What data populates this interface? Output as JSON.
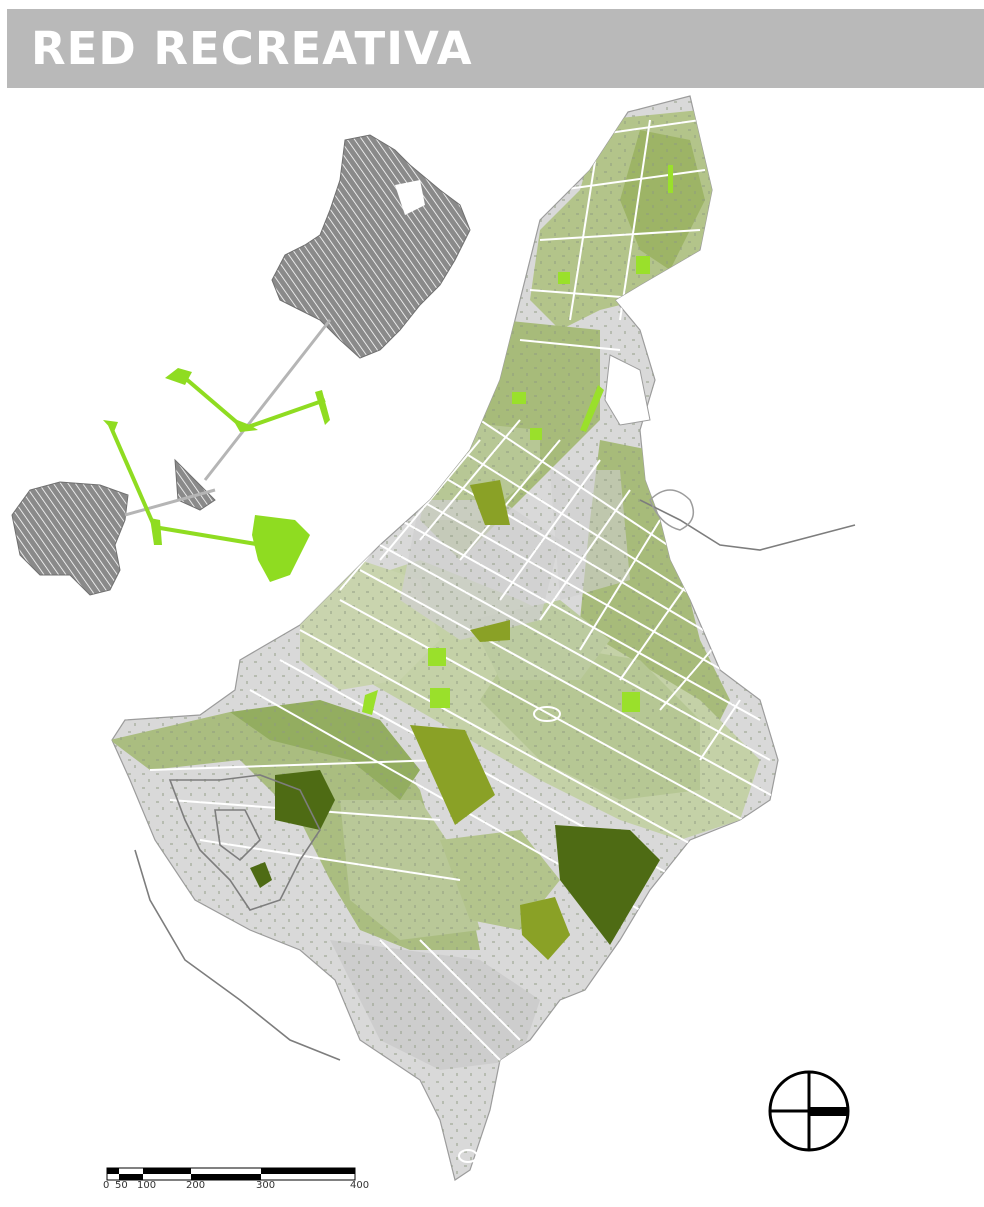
{
  "header": {
    "title": "RED RECREATIVA"
  },
  "scale_bar": {
    "labels": [
      "0",
      "50",
      "100",
      "200",
      "300",
      "400"
    ]
  },
  "icons": {
    "north": "north-arrow-icon"
  },
  "colors": {
    "header_bg": "#b9b9b9",
    "header_text": "#ffffff",
    "urban_grey": "#d6d6d6",
    "green_light": "#c3cfa8",
    "green_mid": "#a9bd7c",
    "green_olive": "#8aa126",
    "green_dark": "#4e6b14",
    "green_bright": "#9ae02b",
    "hatch_grey": "#7d7d7d"
  }
}
